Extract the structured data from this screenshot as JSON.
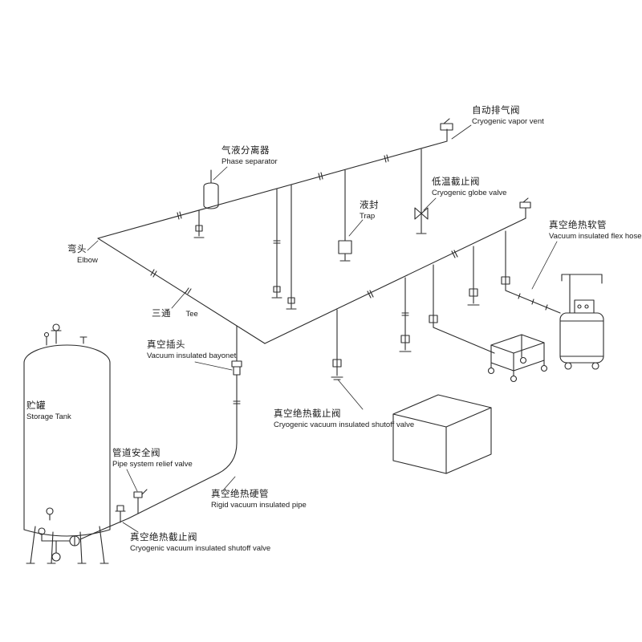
{
  "diagram": {
    "background": "#ffffff",
    "line_color": "#2b2b2b",
    "description": "Cryogenic liquid storage tank piping system schematic",
    "labels": {
      "vapor_vent": {
        "zh": "自动排气阀",
        "en": "Cryogenic vapor vent"
      },
      "phase_separator": {
        "zh": "气液分离器",
        "en": "Phase separator"
      },
      "trap": {
        "zh": "液封",
        "en": "Trap"
      },
      "globe_valve": {
        "zh": "低温截止阀",
        "en": "Cryogenic globe valve"
      },
      "flex_hose": {
        "zh": "真空绝热软管",
        "en": "Vacuum insulated flex hose"
      },
      "elbow": {
        "zh": "弯头",
        "en": "Elbow"
      },
      "tee": {
        "zh": "三通",
        "en": "Tee"
      },
      "bayonet": {
        "zh": "真空插头",
        "en": "Vacuum insulated bayonet"
      },
      "storage_tank": {
        "zh": "贮罐",
        "en": "Storage Tank"
      },
      "relief_valve": {
        "zh": "管道安全阀",
        "en": "Pipe system relief valve"
      },
      "shutoff_valve_mid": {
        "zh": "真空绝热截止阀",
        "en": "Cryogenic vacuum insulated shutoff valve"
      },
      "rigid_pipe": {
        "zh": "真空绝热硬管",
        "en": "Rigid vacuum insulated pipe"
      },
      "shutoff_valve_bottom": {
        "zh": "真空绝热截止阀",
        "en": "Cryogenic vacuum insulated shutoff valve"
      }
    }
  }
}
